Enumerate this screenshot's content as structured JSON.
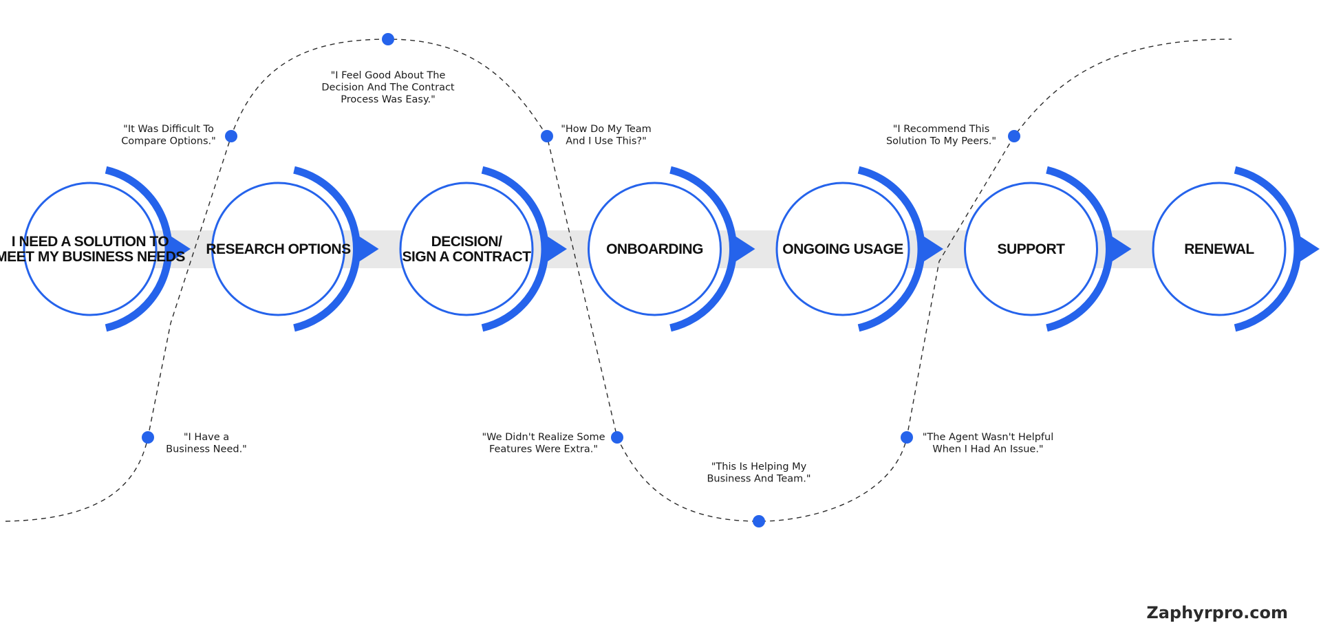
{
  "colors": {
    "accent": "#2563eb",
    "track": "#e8e8e8",
    "text": "#111111",
    "path": "#2a2a2a"
  },
  "stages": [
    {
      "lines": [
        "I NEED A SOLUTION TO",
        "MEET MY BUSINESS NEEDS"
      ]
    },
    {
      "lines": [
        "RESEARCH OPTIONS"
      ]
    },
    {
      "lines": [
        "DECISION/",
        "SIGN A CONTRACT"
      ]
    },
    {
      "lines": [
        "ONBOARDING"
      ]
    },
    {
      "lines": [
        "ONGOING USAGE"
      ]
    },
    {
      "lines": [
        "SUPPORT"
      ]
    },
    {
      "lines": [
        "RENEWAL"
      ]
    }
  ],
  "quotes": [
    {
      "lines": [
        "\"I Have a",
        "Business Need.\""
      ]
    },
    {
      "lines": [
        "\"It Was Difficult To",
        "Compare Options.\""
      ]
    },
    {
      "lines": [
        "\"I Feel Good About The",
        "Decision And The Contract",
        "Process Was Easy.\""
      ]
    },
    {
      "lines": [
        "\"How Do My Team",
        "And I Use This?\""
      ]
    },
    {
      "lines": [
        "\"We Didn't Realize Some",
        "Features Were Extra.\""
      ]
    },
    {
      "lines": [
        "\"This Is Helping My",
        "Business And Team.\""
      ]
    },
    {
      "lines": [
        "\"The Agent Wasn't Helpful",
        "When I Had An Issue.\""
      ]
    },
    {
      "lines": [
        "\"I Recommend This",
        "Solution To My Peers.\""
      ]
    }
  ],
  "brand": "Zaphyrpro.com"
}
